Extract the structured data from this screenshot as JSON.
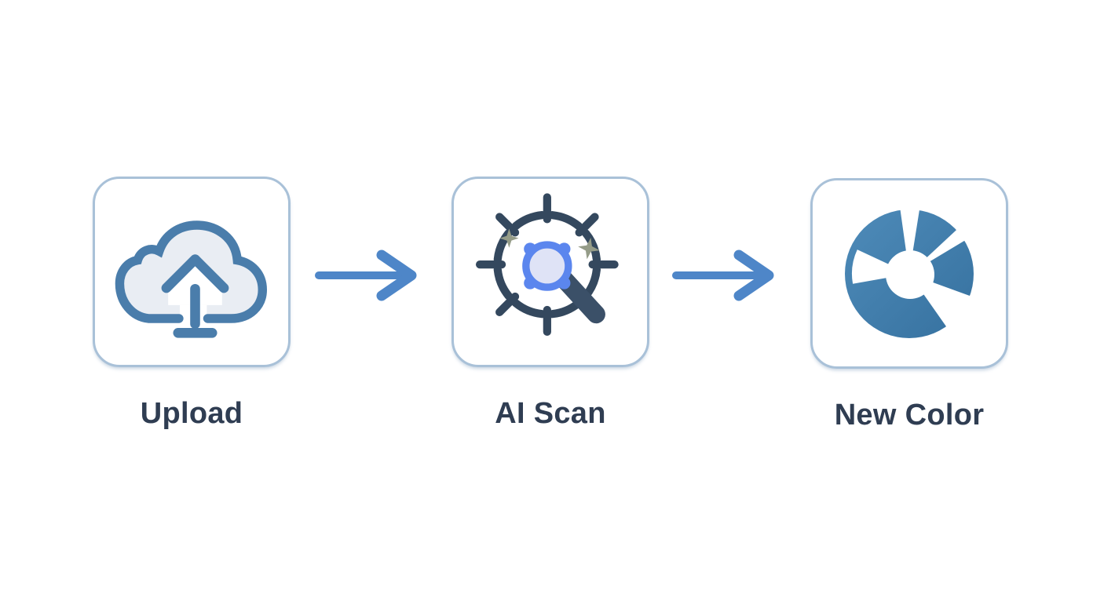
{
  "diagram": {
    "type": "process-flow",
    "direction": "left-to-right"
  },
  "steps": [
    {
      "label": "Upload",
      "icon": "cloud-upload-icon"
    },
    {
      "label": "AI Scan",
      "icon": "ai-scan-magnifier-target-icon"
    },
    {
      "label": "New Color",
      "icon": "color-wheel-icon"
    }
  ],
  "arrows": [
    {
      "icon": "right-arrow-icon"
    },
    {
      "icon": "right-arrow-icon"
    }
  ],
  "colors": {
    "background": "#ffffff",
    "card_border": "#a9c1d8",
    "card_background": "#ffffff",
    "label_text": "#2f3d52",
    "arrow": "#4e86c8",
    "cloud_stroke": "#4a7dab",
    "cloud_fill": "#e9edf3",
    "dark_slate": "#34485e",
    "handle_slate": "#3b5068",
    "lens_ring": "#5b86ee",
    "lens_fill": "#dfe3f6",
    "sparkle": "#959c88",
    "wheel_blue_light": "#4e8bb9",
    "wheel_blue_dark": "#36719f"
  }
}
